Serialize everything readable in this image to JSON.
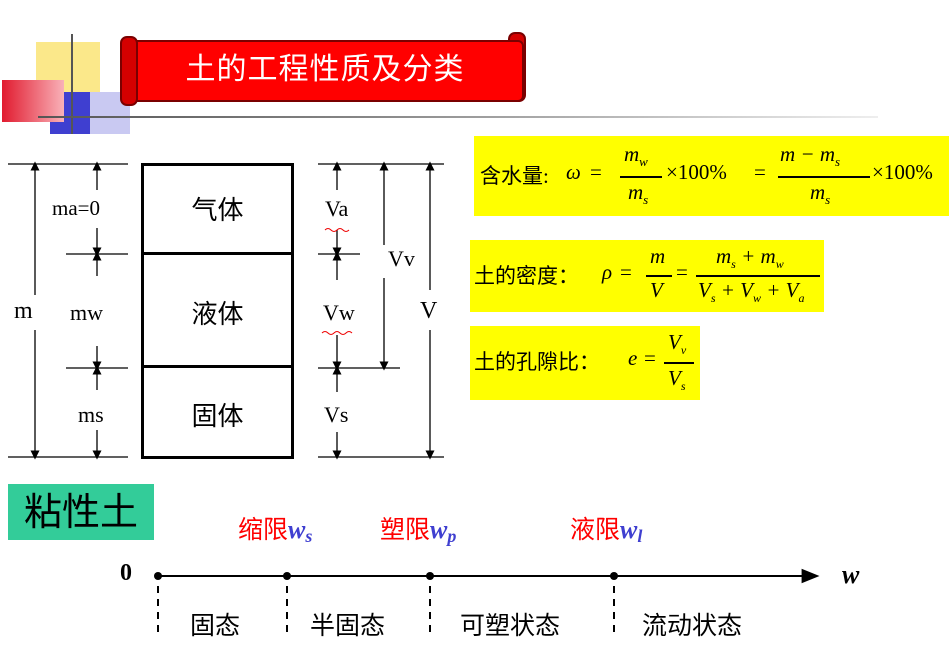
{
  "title": "土的工程性质及分类",
  "phase_diagram": {
    "phases": [
      "气体",
      "液体",
      "固体"
    ],
    "mass_labels": {
      "total": "m",
      "air": "ma=0",
      "water": "mw",
      "solid": "ms"
    },
    "volume_labels": {
      "air": "Va",
      "voids": "Vv",
      "total": "V",
      "water": "Vw",
      "solid": "Vs"
    }
  },
  "formulas": {
    "water_content": {
      "label": "含水量:",
      "lhs": "ω",
      "term1_num": "m",
      "term1_num_sub": "w",
      "term1_den": "m",
      "term1_den_sub": "s",
      "factor1": "×100%",
      "term2_num": "m − m",
      "term2_num_sub": "s",
      "term2_den": "m",
      "term2_den_sub": "s",
      "factor2": "×100%"
    },
    "density": {
      "label": "土的密度：",
      "lhs": "ρ",
      "frac1_num": "m",
      "frac1_den": "V",
      "frac2_num": "m",
      "frac2_num_sub1": "s",
      "frac2_num_plus": " + m",
      "frac2_num_sub2": "w",
      "frac2_den": "V",
      "frac2_den_sub1": "s",
      "frac2_den_mid1": " + V",
      "frac2_den_sub2": "w",
      "frac2_den_mid2": " + V",
      "frac2_den_sub3": "a"
    },
    "void_ratio": {
      "label": "土的孔隙比：",
      "lhs": "e",
      "num": "V",
      "num_sub": "v",
      "den": "V",
      "den_sub": "s"
    }
  },
  "consistency": {
    "clay_label": "粘性土",
    "zero": "0",
    "axis": "w",
    "limits": [
      {
        "name": "缩限",
        "sym": "w",
        "sub": "s"
      },
      {
        "name": "塑限",
        "sym": "w",
        "sub": "p"
      },
      {
        "name": "液限",
        "sym": "w",
        "sub": "l"
      }
    ],
    "states": [
      "固态",
      "半固态",
      "可塑状态",
      "流动状态"
    ]
  },
  "colors": {
    "banner": "#ff0000",
    "formula_bg": "#ffff00",
    "clay_bg": "#33cc99",
    "limit_name": "#ff0000",
    "limit_sym": "#3f3fd0"
  }
}
